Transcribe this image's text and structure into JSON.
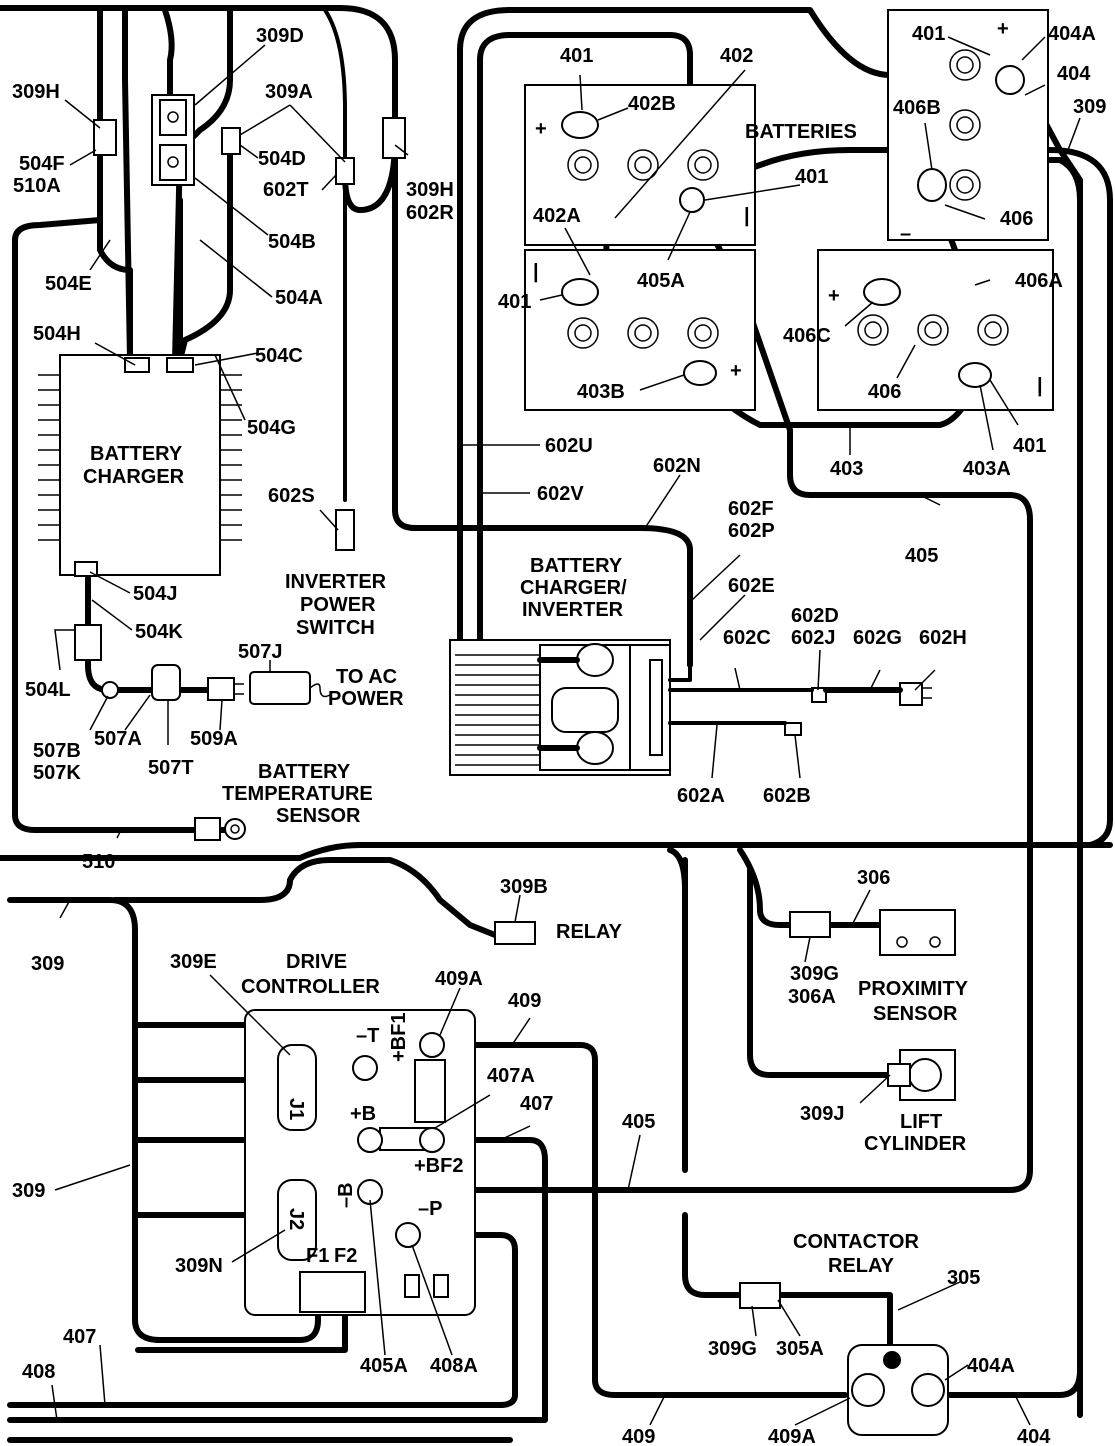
{
  "components": {
    "batteries": "BATTERIES",
    "battery_charger": [
      "BATTERY",
      "CHARGER"
    ],
    "battery_charger_inverter": [
      "BATTERY",
      "CHARGER/",
      "INVERTER"
    ],
    "inverter_power_switch": [
      "INVERTER",
      "POWER",
      "SWITCH"
    ],
    "to_ac_power": [
      "TO AC",
      "POWER"
    ],
    "battery_temperature_sensor": [
      "BATTERY",
      "TEMPERATURE",
      "SENSOR"
    ],
    "relay": "RELAY",
    "drive_controller": [
      "DRIVE",
      "CONTROLLER"
    ],
    "proximity_sensor": [
      "PROXIMITY",
      "SENSOR"
    ],
    "lift_cylinder": [
      "LIFT",
      "CYLINDER"
    ],
    "contactor_relay": [
      "CONTACTOR",
      "RELAY"
    ]
  },
  "terminals": {
    "minus_t": "–T",
    "plus_bf1": "+BF1",
    "plus_b": "+B",
    "plus_bf2": "+BF2",
    "minus_b": "–B",
    "minus_p": "–P",
    "j1": "J1",
    "j2": "J2",
    "f1": "F1",
    "f2": "F2",
    "plus": "+",
    "minus": "–",
    "neg_bar": "|"
  },
  "callouts": {
    "c309D": "309D",
    "c309H_top": "309H",
    "c309A": "309A",
    "c504F_510A": [
      "504F",
      "510A"
    ],
    "c504D": "504D",
    "c602T": "602T",
    "c309H_602R": [
      "309H",
      "602R"
    ],
    "c504B": "504B",
    "c504E": "504E",
    "c504A": "504A",
    "c504H": "504H",
    "c504C": "504C",
    "c504G": "504G",
    "c504J": "504J",
    "c504K": "504K",
    "c504L": "504L",
    "c602S": "602S",
    "c507J": "507J",
    "c507B_507K": [
      "507B",
      "507K"
    ],
    "c507A": "507A",
    "c507T": "507T",
    "c509A": "509A",
    "c510": "510",
    "c401_a": "401",
    "c402": "402",
    "c402B": "402B",
    "c402A": "402A",
    "c401_b": "401",
    "c405A_top": "405A",
    "c401_c": "401",
    "c406B": "406B",
    "c401_d": "401",
    "c404A_top": "404A",
    "c404_top": "404",
    "c309_top": "309",
    "c406": "406",
    "c406A": "406A",
    "c406C": "406C",
    "c406_b": "406",
    "c403B": "403B",
    "c403": "403",
    "c403A": "403A",
    "c401_e": "401",
    "c602U": "602U",
    "c602V": "602V",
    "c602N": "602N",
    "c602F_602P": [
      "602F",
      "602P"
    ],
    "c602E": "602E",
    "c602C": "602C",
    "c602D_602J": [
      "602D",
      "602J"
    ],
    "c602G": "602G",
    "c602H": "602H",
    "c602A": "602A",
    "c602B": "602B",
    "c405_right": "405",
    "c309B": "309B",
    "c306": "306",
    "c309G_306A": [
      "309G",
      "306A"
    ],
    "c309J": "309J",
    "c309_left": "309",
    "c309E": "309E",
    "c409A_top": "409A",
    "c409_top": "409",
    "c407A": "407A",
    "c407_right": "407",
    "c405_mid": "405",
    "c309_mid": "309",
    "c309N": "309N",
    "c405A_bottom": "405A",
    "c408A": "408A",
    "c407_left": "407",
    "c408": "408",
    "c305": "305",
    "c309G": "309G",
    "c305A": "305A",
    "c404A_bottom": "404A",
    "c409_bottom": "409",
    "c409A_bottom": "409A",
    "c404_bottom": "404"
  }
}
